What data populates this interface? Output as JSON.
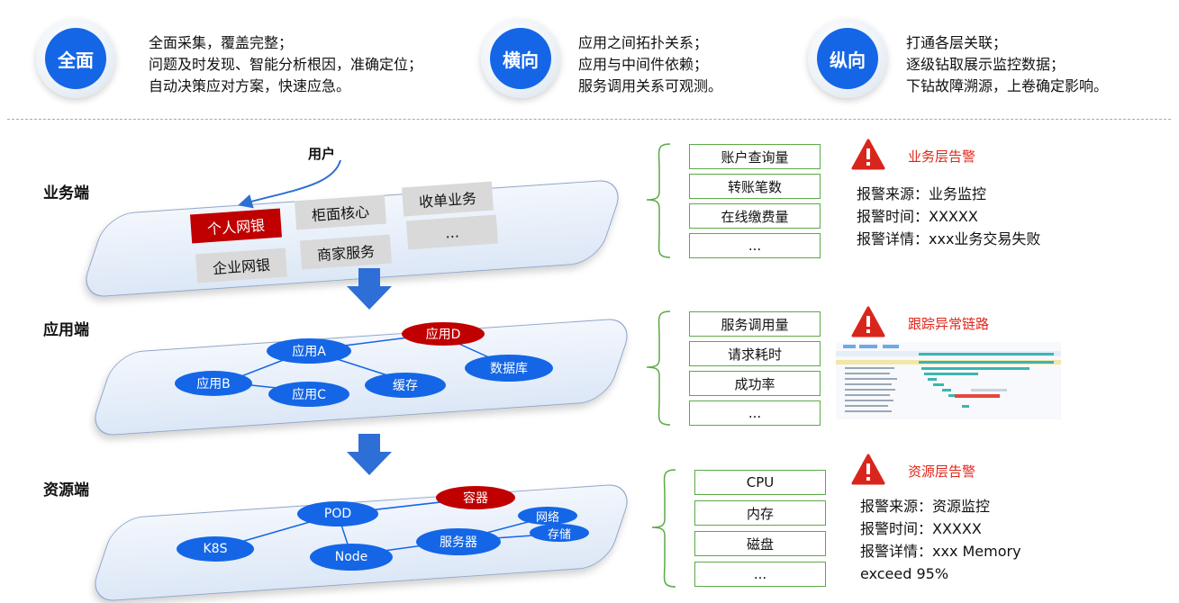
{
  "summary": [
    {
      "badge": "全面",
      "lines": [
        "全面采集，覆盖完整；",
        "问题及时发现、智能分析根因，准确定位；",
        "自动决策应对方案，快速应急。"
      ]
    },
    {
      "badge": "横向",
      "lines": [
        "应用之间拓扑关系；",
        "应用与中间件依赖；",
        "服务调用关系可观测。"
      ]
    },
    {
      "badge": "纵向",
      "lines": [
        "打通各层关联；",
        "逐级钻取展示监控数据；",
        "下钻故障溯源，上卷确定影响。"
      ]
    }
  ],
  "business": {
    "label": "业务端",
    "user": "用户",
    "boxes": [
      "个人网银",
      "柜面核心",
      "收单业务",
      "企业网银",
      "商家服务",
      "..."
    ],
    "metrics": [
      "账户查询量",
      "转账笔数",
      "在线缴费量",
      "..."
    ],
    "alert": {
      "title": "业务层告警",
      "lines": [
        "报警来源：业务监控",
        "报警时间：XXXXX",
        "报警详情：xxx业务交易失败"
      ]
    }
  },
  "application": {
    "label": "应用端",
    "nodes": [
      "应用A",
      "应用B",
      "应用C",
      "缓存",
      "应用D",
      "数据库"
    ],
    "metrics": [
      "服务调用量",
      "请求耗时",
      "成功率",
      "..."
    ],
    "alert": {
      "title": "跟踪异常链路"
    }
  },
  "resource": {
    "label": "资源端",
    "nodes": [
      "K8S",
      "POD",
      "Node",
      "服务器",
      "容器",
      "网络",
      "存储"
    ],
    "metrics": [
      "CPU",
      "内存",
      "磁盘",
      "..."
    ],
    "alert": {
      "title": "资源层告警",
      "lines": [
        "报警来源：资源监控",
        "报警时间：XXXXX",
        "报警详情：xxx Memory",
        "exceed 95%"
      ]
    }
  },
  "colors": {
    "accent_blue": "#1466e6",
    "alert_red": "#c00000",
    "metric_green": "#5aaa46",
    "arrow_blue": "#2d6fd6"
  }
}
